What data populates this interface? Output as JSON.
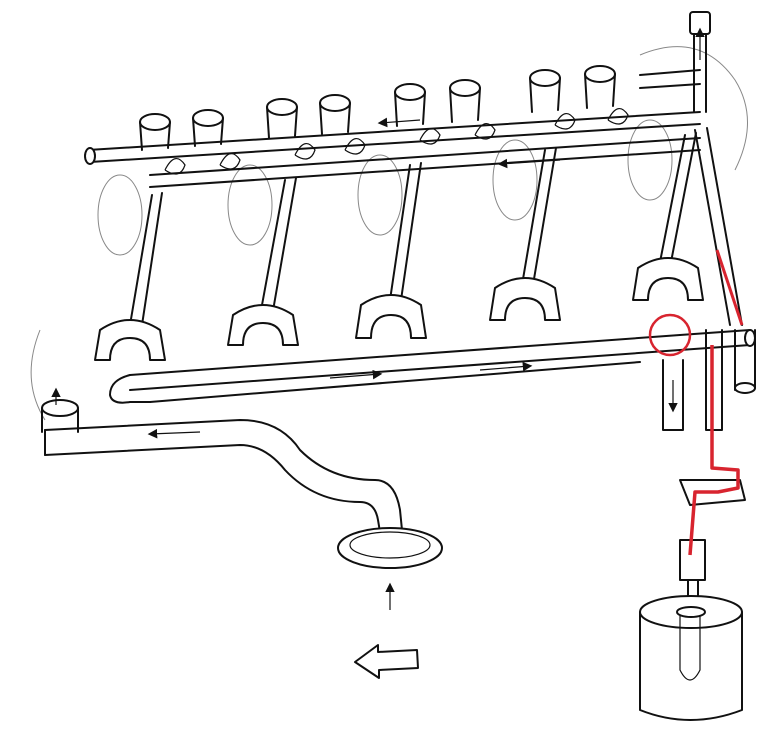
{
  "diagram": {
    "kind": "engine oil lubrication circuit line drawing",
    "colors": {
      "line": "#111111",
      "highlight": "#d8242f",
      "background": "#ffffff"
    },
    "icons": [
      "flow-direction-arrow",
      "front-of-engine-arrow"
    ]
  }
}
